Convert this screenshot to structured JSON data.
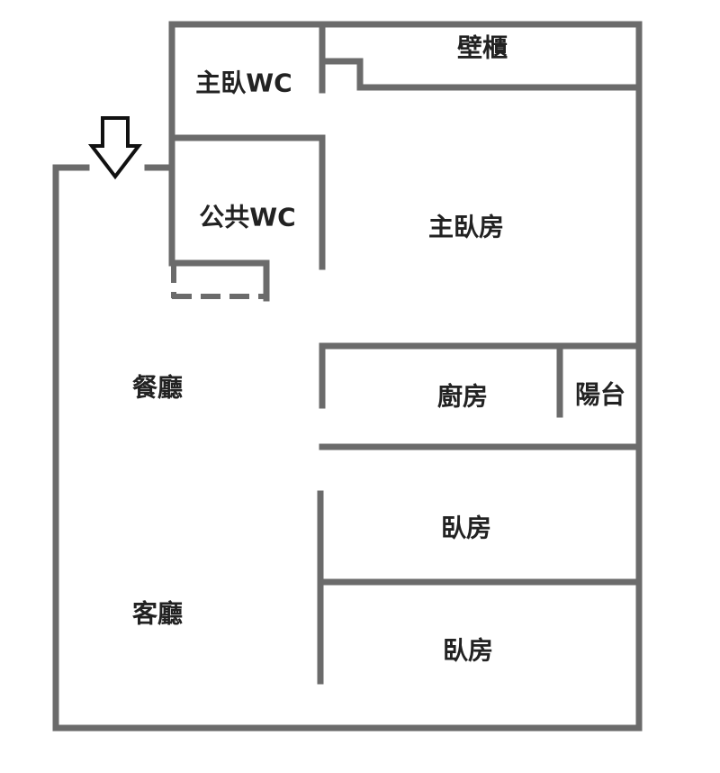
{
  "rooms": {
    "closet": "壁櫃",
    "master_wc": "主臥WC",
    "public_wc": "公共WC",
    "master_bedroom": "主臥房",
    "dining": "餐廳",
    "kitchen": "廚房",
    "balcony": "陽台",
    "bedroom_1": "臥房",
    "bedroom_2": "臥房",
    "living": "客廳"
  },
  "colors": {
    "wall": "#6b6b6b",
    "text": "#222222",
    "background": "#ffffff"
  },
  "icons": {
    "entrance": "down-arrow-icon"
  }
}
